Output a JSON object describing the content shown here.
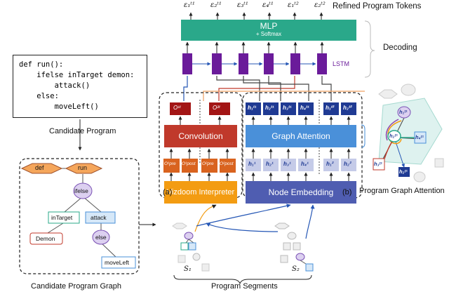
{
  "title_tokens": "Refined Program Tokens",
  "tokens": [
    "ε₁ᵗ¹",
    "ε₂ᵗ¹",
    "ε₃ᵗ¹",
    "ε₄ᵗ¹",
    "ε₁ᵗ²",
    "ε₂ᵗ²"
  ],
  "mlp": {
    "title": "MLP",
    "subtitle": "+ Softmax"
  },
  "decoding_label": "Decoding",
  "lstm_label": "LSTM",
  "code_lines": [
    "def run():",
    "    ifelse inTarget demon:",
    "        attack()",
    "    else:",
    "        moveLeft()"
  ],
  "candidate_program_label": "Candidate Program",
  "candidate_graph_label": "Candidate Program Graph",
  "program_segments_label": "Program Segments",
  "program_graph_attention_label": "Program Graph Attention",
  "graph_nodes": {
    "def": "def",
    "run": "run",
    "ifelse": "ifelse",
    "inTarget": "inTarget",
    "attack": "attack",
    "demon": "Demon",
    "else": "else",
    "moveLeft": "moveLeft"
  },
  "left_block": {
    "convolution": "Convolution",
    "interpreter": "Vizdoom Interpreter",
    "panel_tag": "(a)",
    "o_top": [
      "O¹ᵗ",
      "O²ᵗ"
    ],
    "o_pre_post": [
      "O¹pre",
      "O¹post",
      "O²pre",
      "O²post"
    ]
  },
  "right_block": {
    "graph_attention": "Graph Attention",
    "node_embedding": "Node Embedding",
    "panel_tag": "(b)",
    "h_top": [
      "h₁ᵗ¹",
      "h₂ᵗ¹",
      "h₃ᵗ¹",
      "h₄ᵗ¹",
      "h₁ᵗ²",
      "h₂ᵗ²"
    ],
    "h_mid": [
      "h₁¹",
      "h₂¹",
      "h₃¹",
      "h₄¹",
      "h₁²",
      "h₂²"
    ]
  },
  "segments": {
    "s1": "S₁",
    "s2": "S₂"
  },
  "attention_nodes": {
    "h1t1": "h₁ᵗ¹",
    "h2t1": "h₂ᵗ¹",
    "h4t1": "h₄ᵗ¹",
    "h3t1": "h₃ᵗ¹",
    "h2t1_out": "h₂ᵗ¹"
  },
  "colors": {
    "mlp": "#2aa88a",
    "lstm": "#6a1b9a",
    "conv": "#c0392b",
    "interp": "#f39c12",
    "graph_att": "#4a90d9",
    "node_emb": "#4f5db1",
    "h_dark": "#1f3a93",
    "h_light": "#c5cbe8",
    "o_dark": "#a31515",
    "o_orange": "#d9631f",
    "graph_diamond": "#f5a65b"
  }
}
